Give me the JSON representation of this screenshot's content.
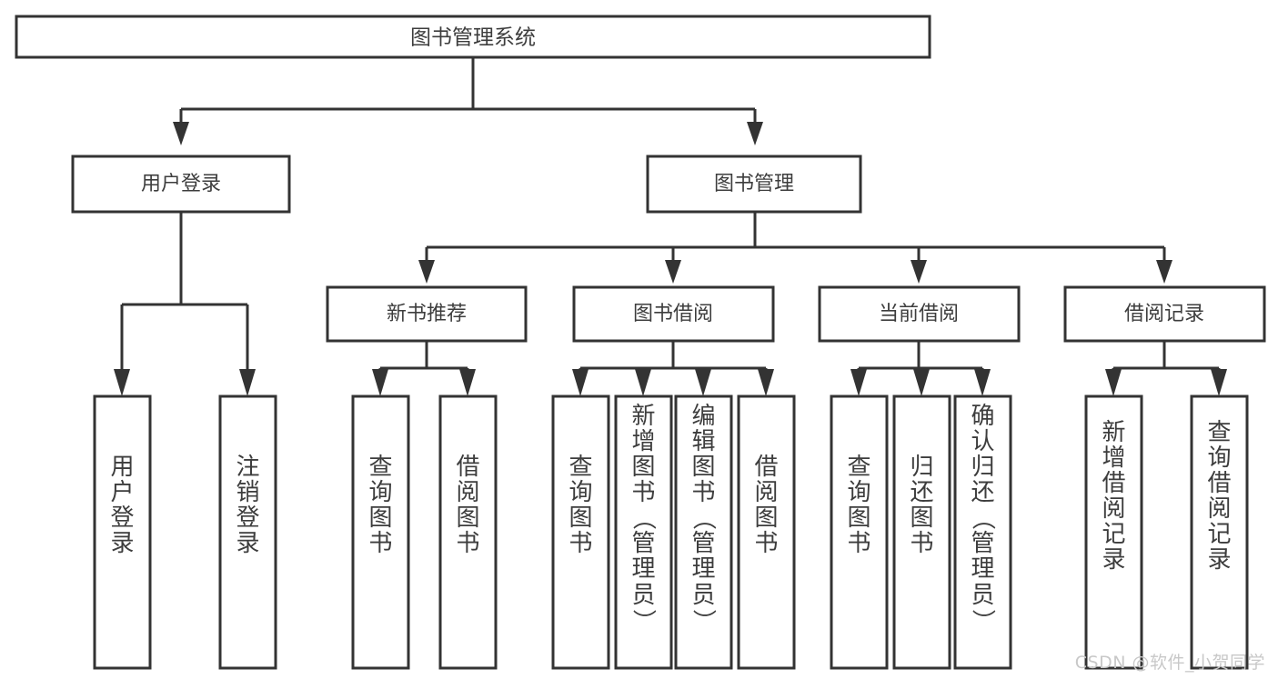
{
  "diagram": {
    "type": "tree",
    "title": "图书管理系统",
    "watermark": "CSDN @软件_小贺同学",
    "colors": {
      "stroke": "#333333",
      "fill": "#ffffff",
      "text": "#3d3d3d",
      "watermark": "#c8c8c8",
      "background": "#ffffff"
    },
    "root": {
      "label": "图书管理系统"
    },
    "level1": [
      {
        "label": "用户登录"
      },
      {
        "label": "图书管理"
      }
    ],
    "level2": [
      {
        "label": "新书推荐"
      },
      {
        "label": "图书借阅"
      },
      {
        "label": "当前借阅"
      },
      {
        "label": "借阅记录"
      }
    ],
    "leaves": {
      "user_login": [
        {
          "label": "用户登录"
        },
        {
          "label": "注销登录"
        }
      ],
      "new_book_recommend": [
        {
          "label": "查询图书"
        },
        {
          "label": "借阅图书"
        }
      ],
      "book_borrow": [
        {
          "label": "查询图书"
        },
        {
          "label": "新增图书（管理员）"
        },
        {
          "label": "编辑图书（管理员）"
        },
        {
          "label": "借阅图书"
        }
      ],
      "current_borrow": [
        {
          "label": "查询图书"
        },
        {
          "label": "归还图书"
        },
        {
          "label": "确认归还（管理员）"
        }
      ],
      "borrow_record": [
        {
          "label": "新增借阅记录"
        },
        {
          "label": "查询借阅记录"
        }
      ]
    }
  }
}
